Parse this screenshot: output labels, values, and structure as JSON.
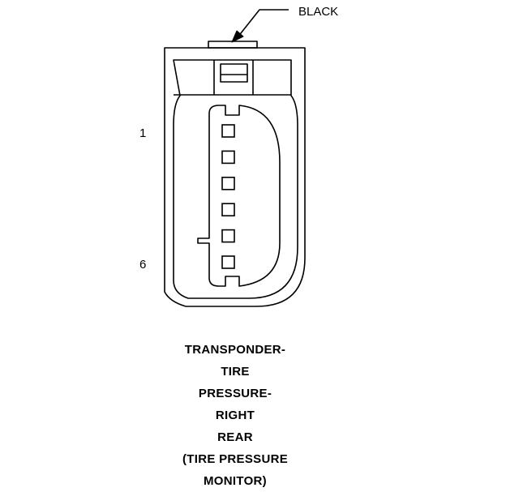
{
  "connector": {
    "color_label": "BLACK",
    "pin_first_label": "1",
    "pin_last_label": "6",
    "pin_count": 6,
    "caption_lines": [
      "TRANSPONDER-",
      "TIRE",
      "PRESSURE-",
      "RIGHT",
      "REAR",
      "(TIRE PRESSURE",
      "MONITOR)"
    ]
  },
  "colors": {
    "line": "#000000",
    "background": "#ffffff"
  }
}
